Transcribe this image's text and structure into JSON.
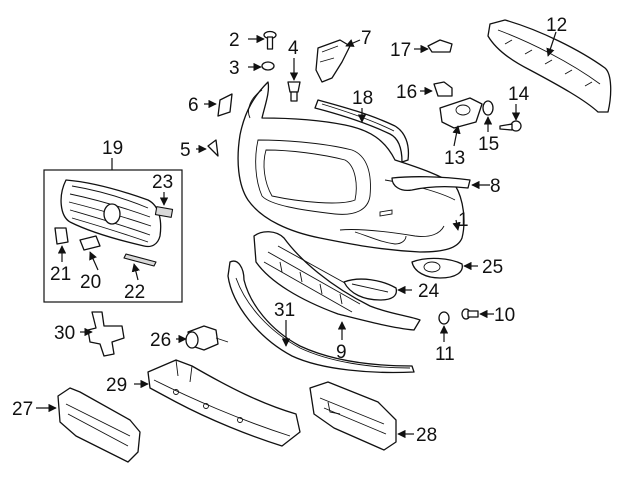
{
  "callouts": {
    "p1": "1",
    "p2": "2",
    "p3": "3",
    "p4": "4",
    "p5": "5",
    "p6": "6",
    "p7": "7",
    "p8": "8",
    "p9": "9",
    "p10": "10",
    "p11": "11",
    "p12": "12",
    "p13": "13",
    "p14": "14",
    "p15": "15",
    "p16": "16",
    "p17": "17",
    "p18": "18",
    "p19": "19",
    "p20": "20",
    "p21": "21",
    "p22": "22",
    "p23": "23",
    "p24": "24",
    "p25": "25",
    "p26": "26",
    "p27": "27",
    "p28": "28",
    "p29": "29",
    "p30": "30",
    "p31": "31"
  },
  "colors": {
    "line": "#111111",
    "shade": "#d9d9d9",
    "background": "#ffffff"
  }
}
